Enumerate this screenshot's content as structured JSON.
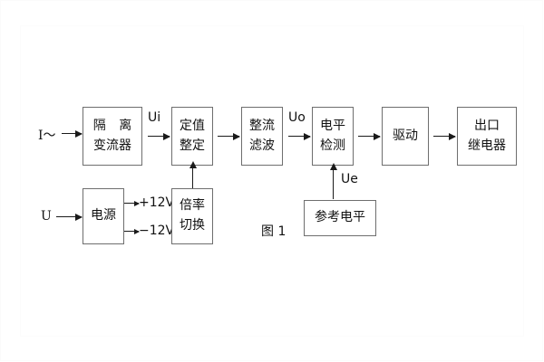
{
  "figure": {
    "caption": "图 1",
    "blocks": {
      "isolation_ct": {
        "line1": "隔 离",
        "line2": "变流器"
      },
      "setting": {
        "line1": "定值",
        "line2": "整定"
      },
      "rectify_filter": {
        "line1": "整流",
        "line2": "滤波"
      },
      "level_detect": {
        "line1": "电平",
        "line2": "检测"
      },
      "driver": {
        "line1": "驱动"
      },
      "output_relay": {
        "line1": "出口",
        "line2": "继电器"
      },
      "power_supply": {
        "line1": "电源"
      },
      "multiplier_switch": {
        "line1": "倍率",
        "line2": "切换"
      },
      "reference_level": {
        "line1": "参考电平"
      }
    },
    "signals": {
      "current_input": "I～",
      "voltage_input": "U",
      "ui": "Ui",
      "uo": "Uo",
      "ue": "Ue",
      "rail_positive": "+12V",
      "rail_negative": "−12V"
    },
    "colors": {
      "box_border": "#6e6e6e",
      "arrow": "#1a1a1a",
      "text": "#111111",
      "background": "#ffffff"
    }
  }
}
